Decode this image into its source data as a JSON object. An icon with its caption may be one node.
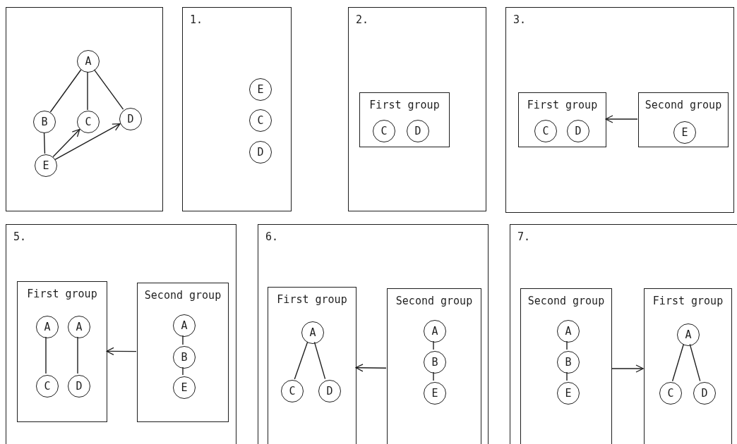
{
  "diagram": {
    "nodes": [
      {
        "text": [],
        "shape": "box"
      },
      {
        "text": [
          "A"
        ],
        "in": 0
      },
      {
        "text": [
          "B"
        ],
        "in": 0
      },
      {
        "text": [
          "C"
        ],
        "in": 0
      },
      {
        "text": [
          "D"
        ],
        "in": 0
      },
      {
        "text": [
          "E"
        ],
        "in": 0
      },
      {
        "text": [
          "1."
        ]
      },
      {
        "text": [
          "E"
        ],
        "in": 6
      },
      {
        "text": [
          "C"
        ],
        "in": 6
      },
      {
        "text": [
          "D"
        ],
        "in": 6
      },
      {
        "text": [
          "2."
        ]
      },
      {
        "text": [
          "First group"
        ],
        "in": 10
      },
      {
        "text": [
          "C"
        ],
        "in": 11
      },
      {
        "text": [
          "D"
        ],
        "in": 11
      },
      {
        "text": [
          "3."
        ]
      },
      {
        "text": [
          "First group"
        ],
        "in": 14
      },
      {
        "text": [
          "C"
        ],
        "in": 15
      },
      {
        "text": [
          "D"
        ],
        "in": 15
      },
      {
        "text": [
          "Second group"
        ],
        "in": 14
      },
      {
        "text": [
          "E"
        ],
        "in": 18
      },
      {
        "text": [
          "5."
        ]
      },
      {
        "text": [
          "First group"
        ],
        "in": 20
      },
      {
        "text": [
          "A"
        ],
        "in": 21
      },
      {
        "text": [
          "A"
        ],
        "in": 21
      },
      {
        "text": [
          "C"
        ],
        "in": 21
      },
      {
        "text": [
          "D"
        ],
        "in": 21
      },
      {
        "text": [
          "Second group"
        ],
        "in": 20
      },
      {
        "text": [
          "A"
        ],
        "in": 26
      },
      {
        "text": [
          "B"
        ],
        "in": 26
      },
      {
        "text": [
          "E"
        ],
        "in": 26
      },
      {
        "text": [
          "6."
        ]
      },
      {
        "text": [
          "First group"
        ],
        "in": 30
      },
      {
        "text": [
          "A"
        ],
        "in": 31
      },
      {
        "text": [
          "C"
        ],
        "in": 31
      },
      {
        "text": [
          "D"
        ],
        "in": 31
      },
      {
        "text": [
          "Second group"
        ],
        "in": 30
      },
      {
        "text": [
          "A"
        ],
        "in": 35
      },
      {
        "text": [
          "B"
        ],
        "in": 35
      },
      {
        "text": [
          "E"
        ],
        "in": 35
      },
      {
        "text": [
          "7."
        ]
      },
      {
        "text": [
          "Second group"
        ],
        "in": 39
      },
      {
        "text": [
          "A"
        ],
        "in": 40
      },
      {
        "text": [
          "B"
        ],
        "in": 40
      },
      {
        "text": [
          "E"
        ],
        "in": 40
      },
      {
        "text": [
          "First group"
        ],
        "in": 39
      },
      {
        "text": [
          "A"
        ],
        "in": 44
      },
      {
        "text": [
          "C"
        ],
        "in": 44
      },
      {
        "text": [
          "D"
        ],
        "in": 44
      }
    ],
    "edges": [
      {
        "from": 1,
        "to": 2,
        "arrow": "none"
      },
      {
        "from": 1,
        "to": 3,
        "arrow": "none"
      },
      {
        "from": 1,
        "to": 4,
        "arrow": "none"
      },
      {
        "from": 2,
        "to": 5,
        "arrow": "none"
      },
      {
        "from": 5,
        "to": 3,
        "arrow": "to"
      },
      {
        "from": 5,
        "to": 4,
        "arrow": "to"
      },
      {
        "from": 18,
        "to": 15,
        "arrow": "to"
      },
      {
        "from": 22,
        "to": 24,
        "arrow": "none"
      },
      {
        "from": 23,
        "to": 25,
        "arrow": "none"
      },
      {
        "from": 27,
        "to": 28,
        "arrow": "none"
      },
      {
        "from": 28,
        "to": 29,
        "arrow": "none"
      },
      {
        "from": 26,
        "to": 21,
        "arrow": "to"
      },
      {
        "from": 32,
        "to": 33,
        "arrow": "none"
      },
      {
        "from": 32,
        "to": 34,
        "arrow": "none"
      },
      {
        "from": 36,
        "to": 37,
        "arrow": "none"
      },
      {
        "from": 37,
        "to": 38,
        "arrow": "none"
      },
      {
        "from": 35,
        "to": 31,
        "arrow": "to"
      },
      {
        "from": 41,
        "to": 42,
        "arrow": "none"
      },
      {
        "from": 42,
        "to": 43,
        "arrow": "none"
      },
      {
        "from": 45,
        "to": 46,
        "arrow": "none"
      },
      {
        "from": 45,
        "to": 47,
        "arrow": "none"
      },
      {
        "from": 40,
        "to": 44,
        "arrow": "to"
      }
    ]
  }
}
